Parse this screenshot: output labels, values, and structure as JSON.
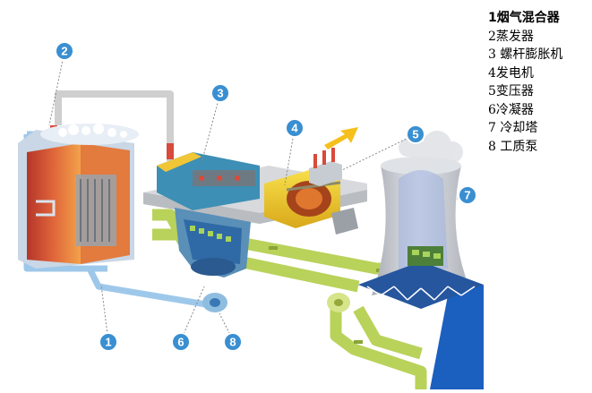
{
  "legend": {
    "items": [
      {
        "num": "1",
        "label": "烟气混合器"
      },
      {
        "num": "2",
        "label": "蒸发器"
      },
      {
        "num": "3",
        "label": " 螺杆膨胀机"
      },
      {
        "num": "4",
        "label": "发电机"
      },
      {
        "num": "5",
        "label": "变压器"
      },
      {
        "num": "6",
        "label": "冷凝器"
      },
      {
        "num": "7",
        "label": " 冷却塔"
      },
      {
        "num": "8",
        "label": " 工质泵"
      }
    ]
  },
  "callouts": [
    "1",
    "2",
    "3",
    "4",
    "5",
    "6",
    "7",
    "8"
  ],
  "colors": {
    "callout": "#3a8fd1",
    "pipe_blue": "#9ec8ea",
    "pipe_green": "#b9d25a",
    "pipe_grey": "#c9c9c9",
    "pipe_red": "#d84a3a",
    "tower": "#c9ccd2",
    "ground": "#1b5fbf"
  }
}
